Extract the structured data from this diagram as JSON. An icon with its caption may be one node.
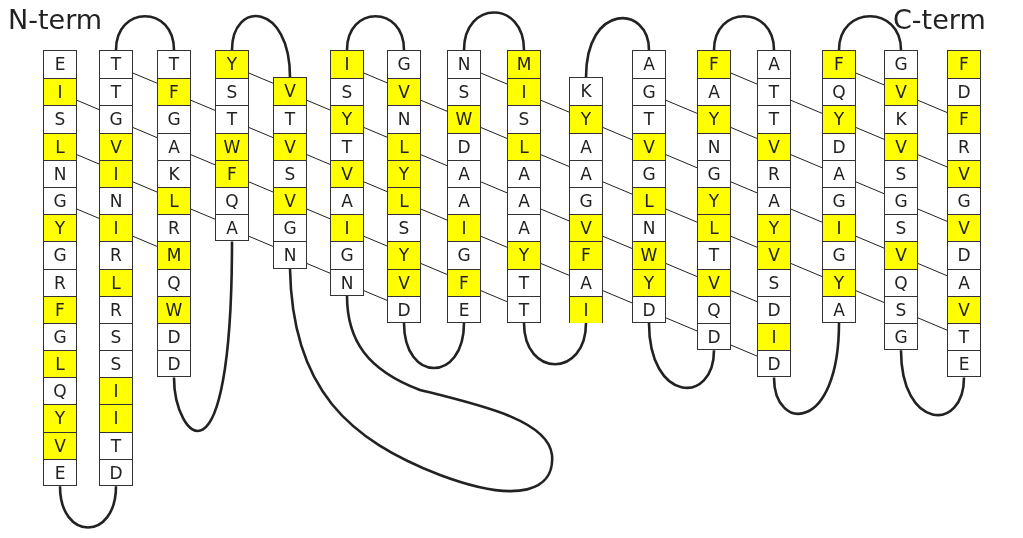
{
  "diagram": {
    "nodes": [
      {
        "text": [
          "E",
          "I",
          "S",
          "L",
          "N",
          "G",
          "Y",
          "G",
          "R",
          "F",
          "G",
          "L",
          "Q",
          "Y",
          "V",
          "E"
        ]
      },
      {
        "text": [
          "T",
          "T",
          "G",
          "V",
          "I",
          "N",
          "I",
          "R",
          "L",
          "R",
          "S",
          "S",
          "I",
          "I",
          "T",
          "D"
        ]
      },
      {
        "text": [
          "T",
          "F",
          "G",
          "A",
          "K",
          "L",
          "R",
          "M",
          "Q",
          "W",
          "D",
          "D"
        ]
      },
      {
        "text": [
          "Y",
          "S",
          "T",
          "W",
          "F",
          "Q",
          "A"
        ]
      },
      {
        "text": [
          "V",
          "T",
          "V",
          "S",
          "V",
          "G",
          "N"
        ]
      },
      {
        "text": [
          "I",
          "S",
          "Y",
          "T",
          "V",
          "A",
          "I",
          "G",
          "N"
        ]
      },
      {
        "text": [
          "G",
          "V",
          "N",
          "L",
          "Y",
          "L",
          "S",
          "Y",
          "V",
          "D"
        ]
      },
      {
        "text": [
          "N",
          "S",
          "W",
          "D",
          "A",
          "A",
          "I",
          "G",
          "F",
          "E"
        ]
      },
      {
        "text": [
          "M",
          "I",
          "S",
          "L",
          "A",
          "A",
          "A",
          "Y",
          "T",
          "T"
        ]
      },
      {
        "text": [
          "K",
          "Y",
          "A",
          "A",
          "G",
          "V",
          "F",
          "A",
          "I"
        ]
      },
      {
        "text": [
          "A",
          "G",
          "T",
          "V",
          "G",
          "L",
          "N",
          "W",
          "Y",
          "D"
        ]
      },
      {
        "text": [
          "F",
          "A",
          "Y",
          "N",
          "G",
          "Y",
          "L",
          "T",
          "V",
          "Q",
          "D"
        ]
      },
      {
        "text": [
          "A",
          "T",
          "T",
          "V",
          "R",
          "A",
          "Y",
          "V",
          "S",
          "D",
          "I",
          "D"
        ]
      },
      {
        "text": [
          "F",
          "Q",
          "Y",
          "D",
          "A",
          "G",
          "I",
          "G",
          "Y",
          "A"
        ]
      },
      {
        "text": [
          "G",
          "V",
          "K",
          "V",
          "S",
          "G",
          "S",
          "V",
          "Q",
          "S",
          "G"
        ]
      },
      {
        "text": [
          "F",
          "D",
          "F",
          "R",
          "V",
          "G",
          "V",
          "D",
          "A",
          "V",
          "T",
          "E"
        ]
      }
    ],
    "edges": [
      {
        "from": 0,
        "to": 1,
        "arrow": "none",
        "style": "thick"
      },
      {
        "from": 0,
        "to": 1,
        "arrow": "none"
      },
      {
        "from": 0,
        "to": 1,
        "arrow": "none"
      },
      {
        "from": 0,
        "to": 1,
        "arrow": "none"
      },
      {
        "from": 1,
        "to": 2,
        "arrow": "none",
        "style": "thick"
      },
      {
        "from": 1,
        "to": 2,
        "arrow": "none"
      },
      {
        "from": 1,
        "to": 2,
        "arrow": "none"
      },
      {
        "from": 1,
        "to": 2,
        "arrow": "none"
      },
      {
        "from": 1,
        "to": 2,
        "arrow": "none"
      },
      {
        "from": 2,
        "to": 3,
        "arrow": "none",
        "style": "thick"
      },
      {
        "from": 2,
        "to": 3,
        "arrow": "none"
      },
      {
        "from": 2,
        "to": 3,
        "arrow": "none"
      },
      {
        "from": 2,
        "to": 3,
        "arrow": "none"
      },
      {
        "from": 3,
        "to": 4,
        "arrow": "none",
        "style": "thick"
      },
      {
        "from": 3,
        "to": 4,
        "arrow": "none"
      },
      {
        "from": 3,
        "to": 4,
        "arrow": "none"
      },
      {
        "from": 3,
        "to": 4,
        "arrow": "none"
      },
      {
        "from": 3,
        "to": 4,
        "arrow": "none"
      },
      {
        "from": 4,
        "to": 5,
        "arrow": "none",
        "style": "thick"
      },
      {
        "from": 4,
        "to": 5,
        "arrow": "none"
      },
      {
        "from": 4,
        "to": 5,
        "arrow": "none"
      },
      {
        "from": 4,
        "to": 5,
        "arrow": "none"
      },
      {
        "from": 4,
        "to": 5,
        "arrow": "none"
      },
      {
        "from": 5,
        "to": 6,
        "arrow": "none",
        "style": "thick"
      },
      {
        "from": 5,
        "to": 6,
        "arrow": "none"
      },
      {
        "from": 5,
        "to": 6,
        "arrow": "none"
      },
      {
        "from": 5,
        "to": 6,
        "arrow": "none"
      },
      {
        "from": 5,
        "to": 6,
        "arrow": "none"
      },
      {
        "from": 5,
        "to": 6,
        "arrow": "none"
      },
      {
        "from": 6,
        "to": 7,
        "arrow": "none",
        "style": "thick"
      },
      {
        "from": 6,
        "to": 7,
        "arrow": "none"
      },
      {
        "from": 6,
        "to": 7,
        "arrow": "none"
      },
      {
        "from": 6,
        "to": 7,
        "arrow": "none"
      },
      {
        "from": 6,
        "to": 7,
        "arrow": "none"
      },
      {
        "from": 7,
        "to": 8,
        "arrow": "none",
        "style": "thick"
      },
      {
        "from": 7,
        "to": 8,
        "arrow": "none"
      },
      {
        "from": 7,
        "to": 8,
        "arrow": "none"
      },
      {
        "from": 7,
        "to": 8,
        "arrow": "none"
      },
      {
        "from": 7,
        "to": 8,
        "arrow": "none"
      },
      {
        "from": 7,
        "to": 8,
        "arrow": "none"
      },
      {
        "from": 8,
        "to": 9,
        "arrow": "none",
        "style": "thick"
      },
      {
        "from": 8,
        "to": 9,
        "arrow": "none"
      },
      {
        "from": 8,
        "to": 9,
        "arrow": "none"
      },
      {
        "from": 8,
        "to": 9,
        "arrow": "none"
      },
      {
        "from": 8,
        "to": 9,
        "arrow": "none"
      },
      {
        "from": 9,
        "to": 10,
        "arrow": "none",
        "style": "thick"
      },
      {
        "from": 9,
        "to": 10,
        "arrow": "none"
      },
      {
        "from": 9,
        "to": 10,
        "arrow": "none"
      },
      {
        "from": 9,
        "to": 10,
        "arrow": "none"
      },
      {
        "from": 9,
        "to": 10,
        "arrow": "none"
      },
      {
        "from": 10,
        "to": 11,
        "arrow": "none",
        "style": "thick"
      },
      {
        "from": 10,
        "to": 11,
        "arrow": "none"
      },
      {
        "from": 10,
        "to": 11,
        "arrow": "none"
      },
      {
        "from": 10,
        "to": 11,
        "arrow": "none"
      },
      {
        "from": 10,
        "to": 11,
        "arrow": "none"
      },
      {
        "from": 10,
        "to": 11,
        "arrow": "none"
      },
      {
        "from": 11,
        "to": 12,
        "arrow": "none",
        "style": "thick"
      },
      {
        "from": 11,
        "to": 12,
        "arrow": "none"
      },
      {
        "from": 11,
        "to": 12,
        "arrow": "none"
      },
      {
        "from": 11,
        "to": 12,
        "arrow": "none"
      },
      {
        "from": 11,
        "to": 12,
        "arrow": "none"
      },
      {
        "from": 11,
        "to": 12,
        "arrow": "none"
      },
      {
        "from": 11,
        "to": 12,
        "arrow": "none"
      },
      {
        "from": 12,
        "to": 13,
        "arrow": "none",
        "style": "thick"
      },
      {
        "from": 12,
        "to": 13,
        "arrow": "none"
      },
      {
        "from": 12,
        "to": 13,
        "arrow": "none"
      },
      {
        "from": 12,
        "to": 13,
        "arrow": "none"
      },
      {
        "from": 12,
        "to": 13,
        "arrow": "none"
      },
      {
        "from": 13,
        "to": 14,
        "arrow": "none",
        "style": "thick"
      },
      {
        "from": 13,
        "to": 14,
        "arrow": "none"
      },
      {
        "from": 13,
        "to": 14,
        "arrow": "none"
      },
      {
        "from": 13,
        "to": 14,
        "arrow": "none"
      },
      {
        "from": 13,
        "to": 14,
        "arrow": "none"
      },
      {
        "from": 13,
        "to": 14,
        "arrow": "none"
      },
      {
        "from": 14,
        "to": 15,
        "arrow": "none",
        "style": "thick"
      },
      {
        "from": 14,
        "to": 15,
        "arrow": "none"
      },
      {
        "from": 14,
        "to": 15,
        "arrow": "none"
      },
      {
        "from": 14,
        "to": 15,
        "arrow": "none"
      },
      {
        "from": 14,
        "to": 15,
        "arrow": "none"
      },
      {
        "from": 14,
        "to": 15,
        "arrow": "none"
      }
    ],
    "labels": [
      "N-term",
      "C-term"
    ]
  }
}
